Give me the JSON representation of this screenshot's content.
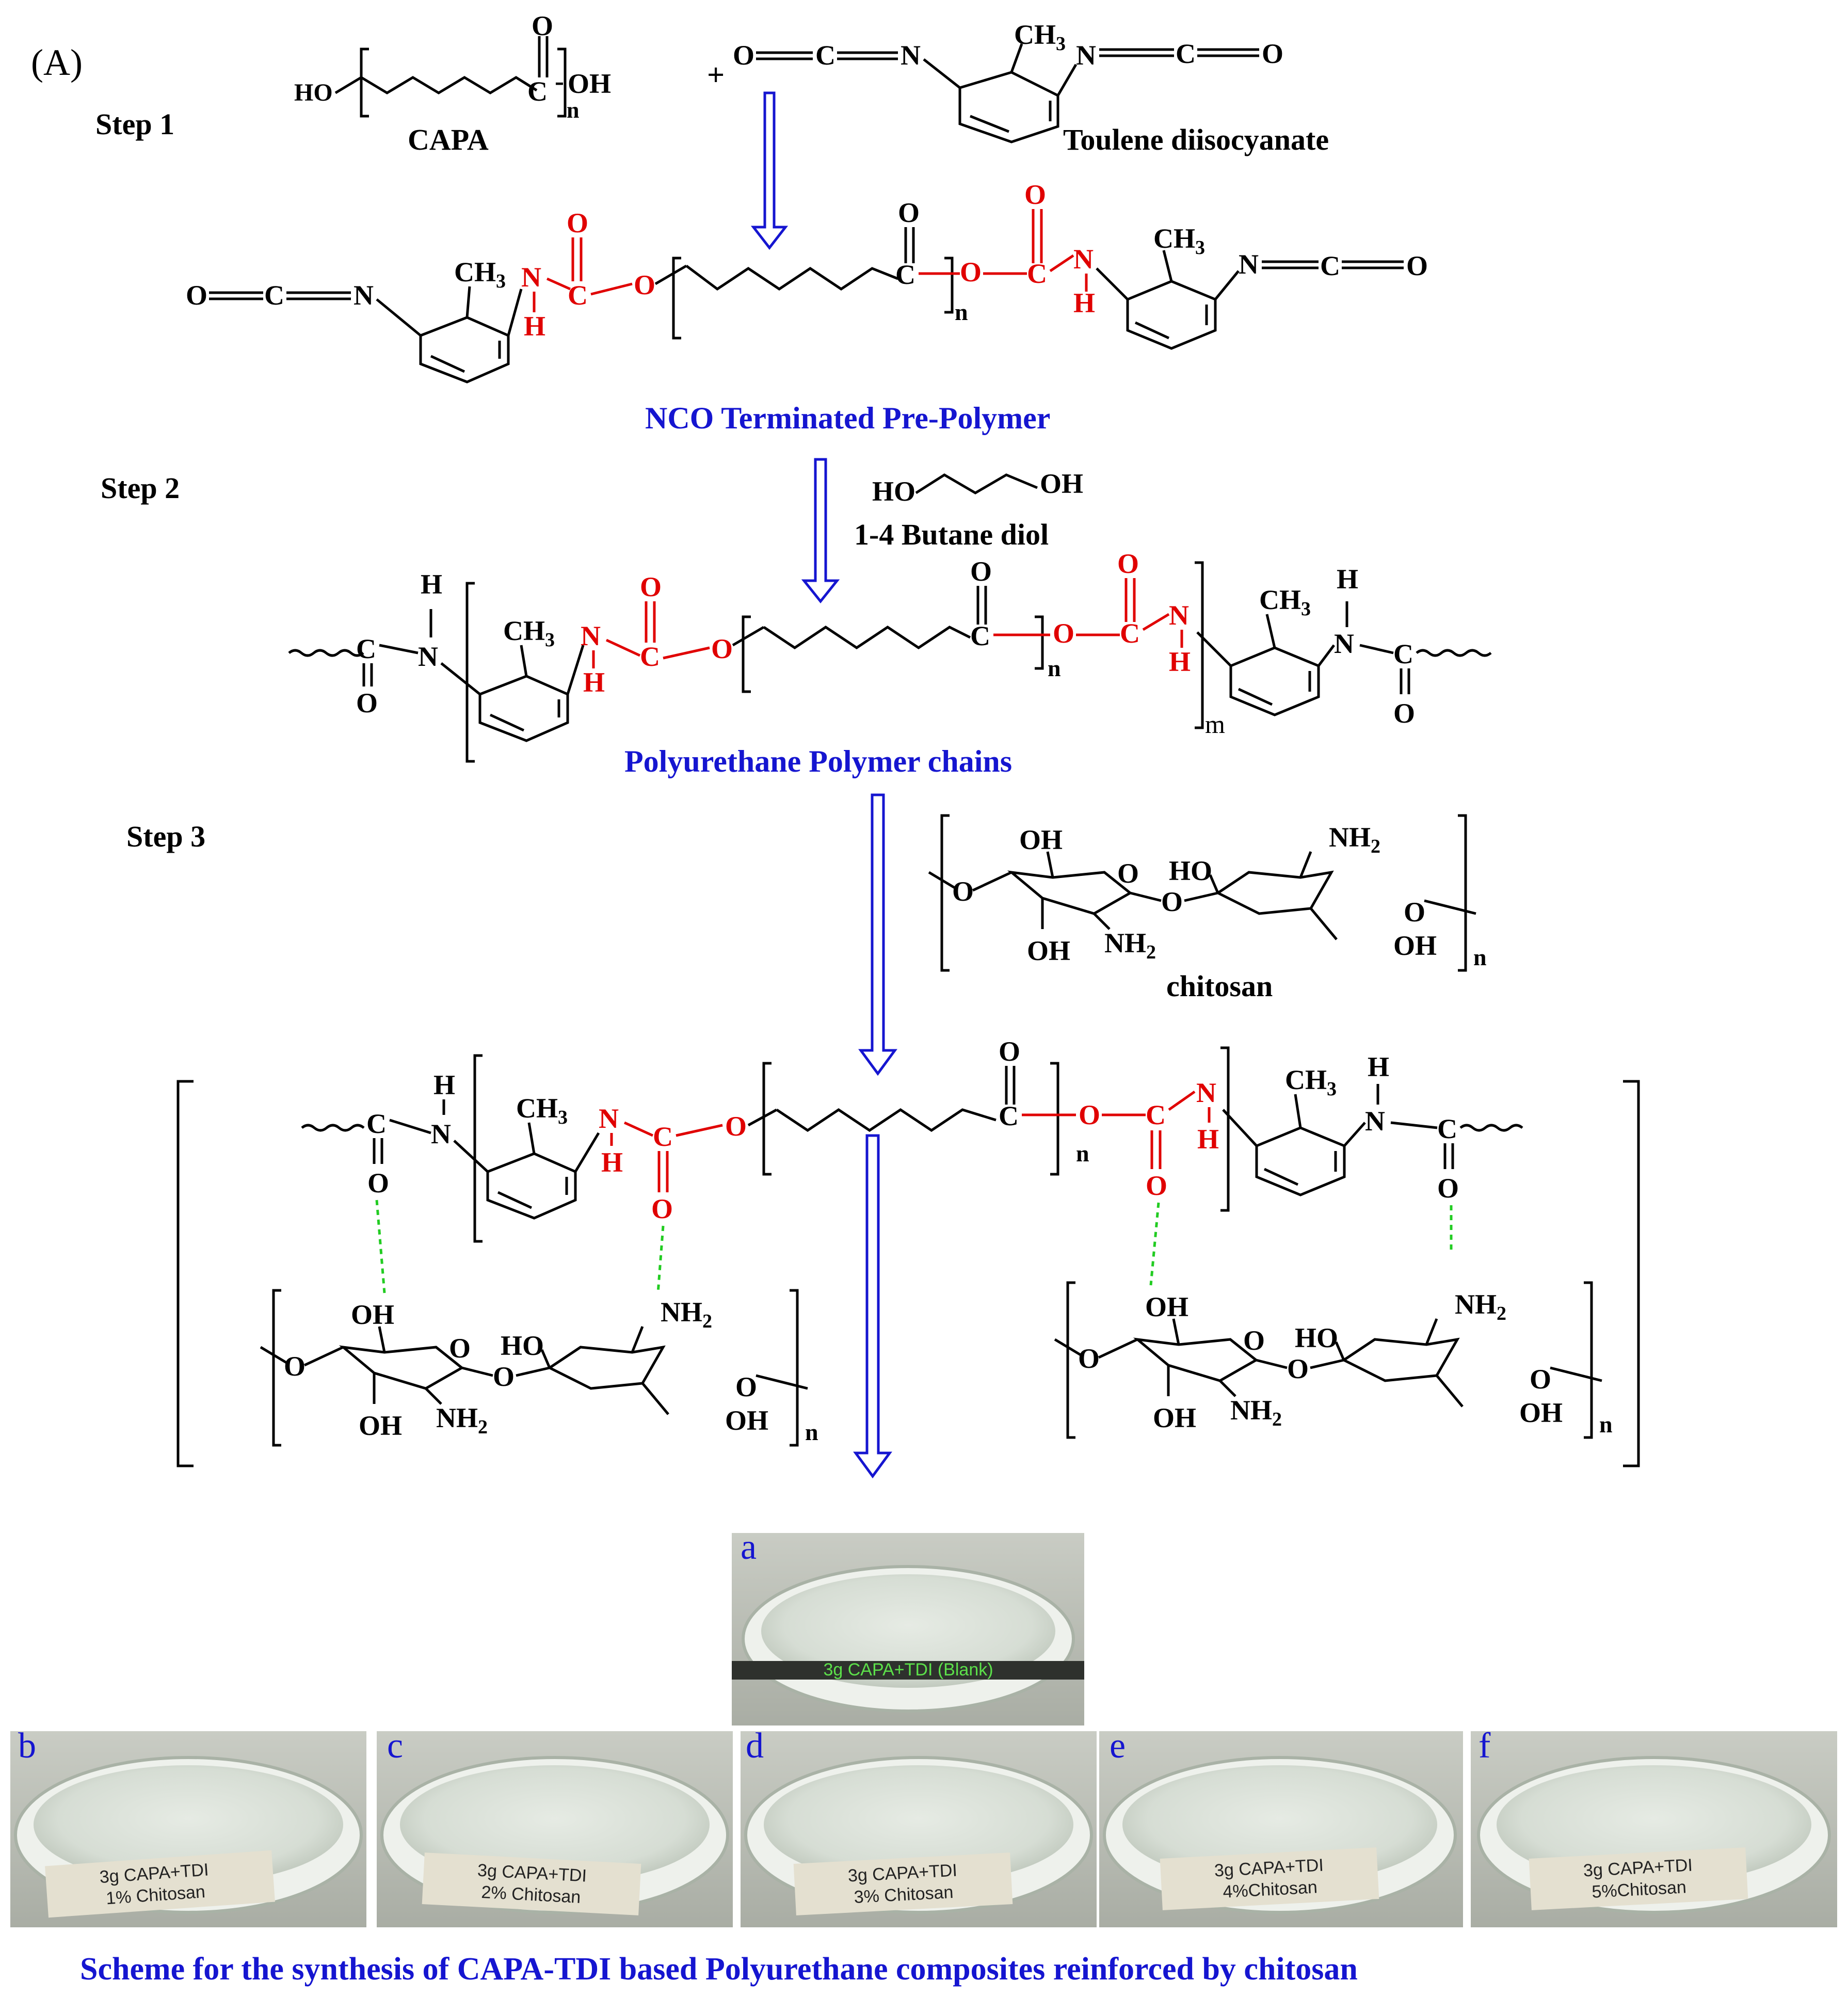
{
  "panel_label": "(A)",
  "steps": [
    "Step 1",
    "Step 2",
    "Step 3"
  ],
  "compounds": {
    "capa": "CAPA",
    "tdi": "Toulene diisocyanate",
    "butanediol": "1-4 Butane diol",
    "chitosan": "chitosan"
  },
  "products": {
    "prepolymer": "NCO Terminated Pre-Polymer",
    "polyurethane": "Polyurethane Polymer chains"
  },
  "photos": [
    {
      "letter": "a",
      "label_1": "3g CAPA+TDI (Blank)",
      "label_2": ""
    },
    {
      "letter": "b",
      "label_1": "3g CAPA+TDI",
      "label_2": "1% Chitosan"
    },
    {
      "letter": "c",
      "label_1": "3g CAPA+TDI",
      "label_2": "2% Chitosan"
    },
    {
      "letter": "d",
      "label_1": "3g CAPA+TDI",
      "label_2": "3% Chitosan"
    },
    {
      "letter": "e",
      "label_1": "3g CAPA+TDI",
      "label_2": "4%Chitosan"
    },
    {
      "letter": "f",
      "label_1": "3g CAPA+TDI",
      "label_2": "5%Chitosan"
    }
  ],
  "caption": "Scheme for the synthesis of CAPA-TDI based Polyurethane composites reinforced by chitosan",
  "colors": {
    "accent_blue": "#1515d0",
    "urethane_red": "#e00000",
    "hbond_green": "#22cc22"
  }
}
